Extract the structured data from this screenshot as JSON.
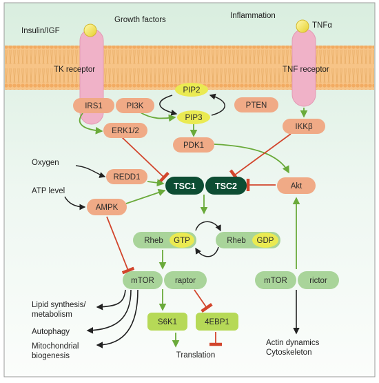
{
  "top_labels": {
    "insulin_igf": "Insulin/IGF",
    "growth_factors": "Growth factors",
    "inflammation": "Inflammation",
    "tnf_alpha": "TNFα"
  },
  "receptors": {
    "tk_receptor": "TK receptor",
    "tnf_receptor": "TNF receptor"
  },
  "nodes": {
    "irs1": "IRS1",
    "pi3k": "PI3K",
    "pip2": "PIP2",
    "pip3": "PIP3",
    "pten": "PTEN",
    "ikkb": "IKKβ",
    "erk12": "ERK1/2",
    "pdk1": "PDK1",
    "redd1": "REDD1",
    "tsc1": "TSC1",
    "tsc2": "TSC2",
    "akt": "Akt",
    "ampk": "AMPK",
    "rheb_gtp_rheb": "Rheb",
    "gtp": "GTP",
    "rheb_gdp_rheb": "Rheb",
    "gdp": "GDP",
    "mtorc1_mtor": "mTOR",
    "raptor": "raptor",
    "mtorc2_mtor": "mTOR",
    "rictor": "rictor",
    "s6k1": "S6K1",
    "4ebp1": "4EBP1"
  },
  "inputs": {
    "oxygen": "Oxygen",
    "atp_level": "ATP level"
  },
  "outputs": {
    "lipid_line1": "Lipid synthesis/",
    "lipid_line2": "metabolism",
    "autophagy": "Autophagy",
    "mito_line1": "Mitochondrial",
    "mito_line2": "biogenesis",
    "translation": "Translation",
    "actin_line1": "Actin dynamics",
    "actin_line2": "Cytoskeleton"
  },
  "colors": {
    "activation_arrow": "#6aaa3a",
    "inhibition_arrow": "#d2452c",
    "neutral_arrow": "#222222",
    "orange_node": "#f0aa86",
    "green_node": "#a9d49a",
    "yellow_node": "#eaea52",
    "lime_node": "#b6d957",
    "tsc_complex": "#0d4d33",
    "receptor": "#f0b2c8",
    "membrane": "#f7c487",
    "background": "#f1f8f3"
  }
}
